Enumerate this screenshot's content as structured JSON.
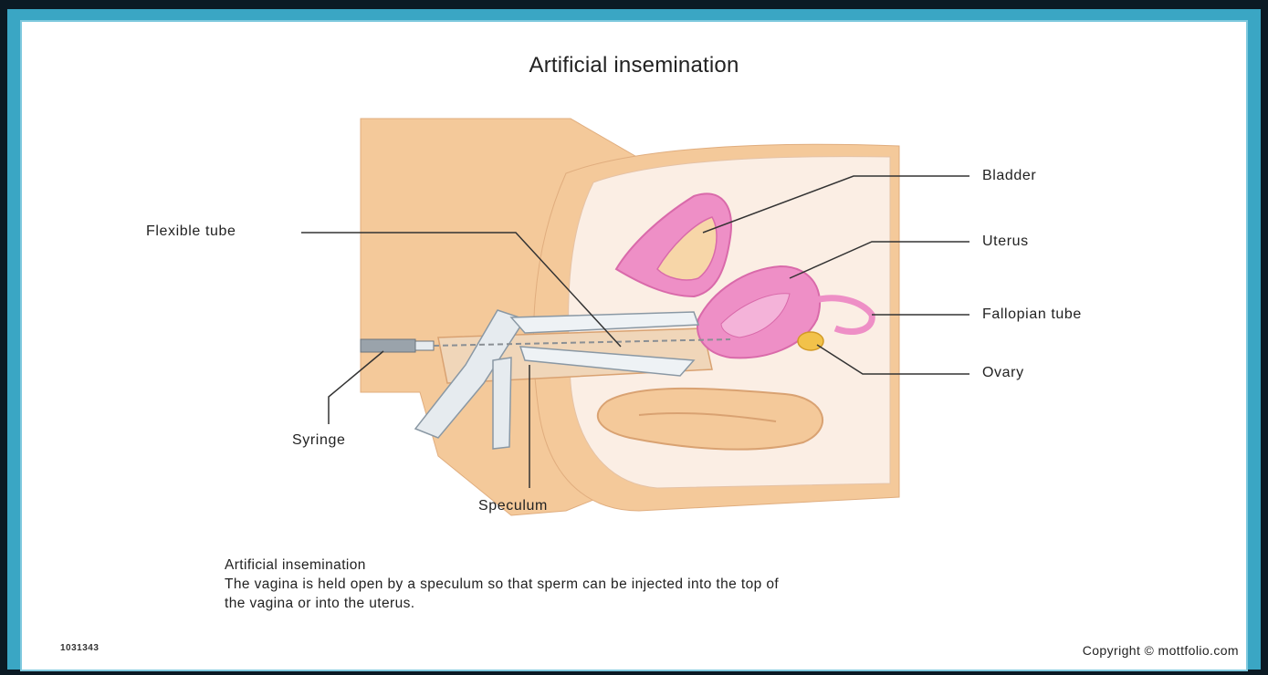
{
  "title": "Artificial insemination",
  "labels": {
    "flexible_tube": "Flexible tube",
    "syringe": "Syringe",
    "speculum": "Speculum",
    "bladder": "Bladder",
    "uterus": "Uterus",
    "fallopian_tube": "Fallopian tube",
    "ovary": "Ovary"
  },
  "caption": {
    "heading": "Artificial insemination",
    "line1": "The vagina is held open by a speculum so that sperm can be injected into the top of",
    "line2": "the vagina or into the uterus."
  },
  "image_id": "1031343",
  "copyright": "Copyright © mottfolio.com",
  "colors": {
    "skin": "#f4c99a",
    "pink": "#ee8fc6",
    "frame": "#3aa6c4",
    "text": "#222222"
  }
}
